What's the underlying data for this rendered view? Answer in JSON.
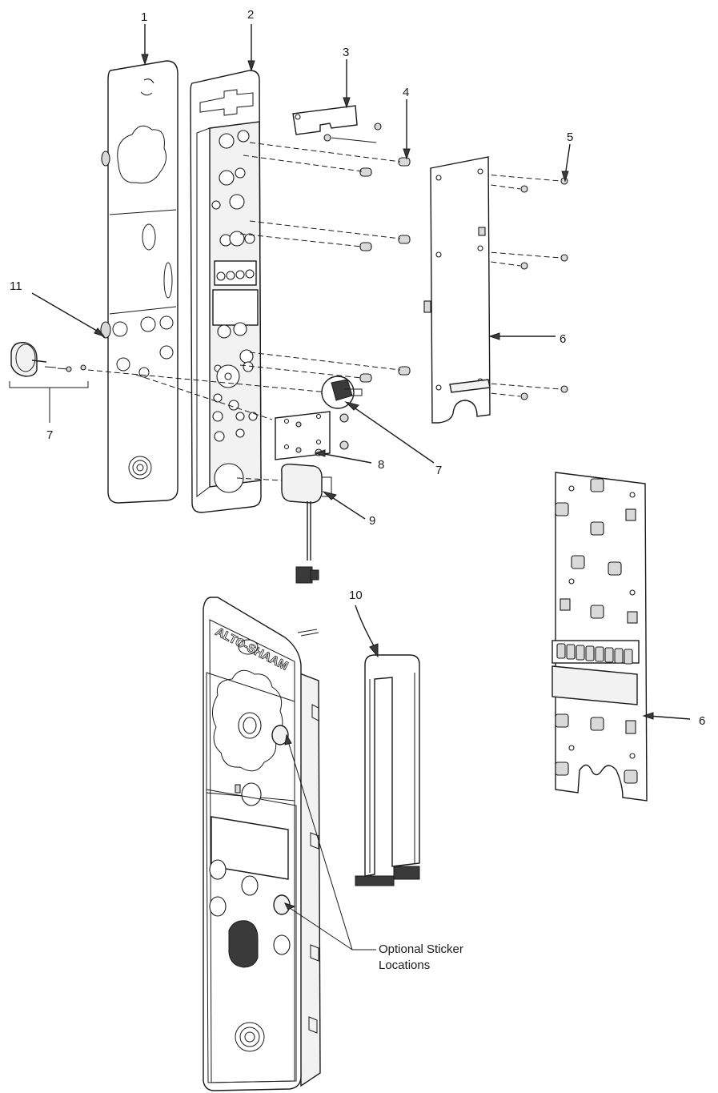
{
  "callouts": {
    "c1": "1",
    "c2": "2",
    "c3": "3",
    "c4": "4",
    "c5": "5",
    "c6a": "6",
    "c6b": "6",
    "c7a": "7",
    "c7b": "7",
    "c8": "8",
    "c9": "9",
    "c10": "10",
    "c11": "11"
  },
  "notes": {
    "sticker_line1": "Optional Sticker",
    "sticker_line2": "Locations"
  },
  "logo_text": "ALTO-SHAAM"
}
